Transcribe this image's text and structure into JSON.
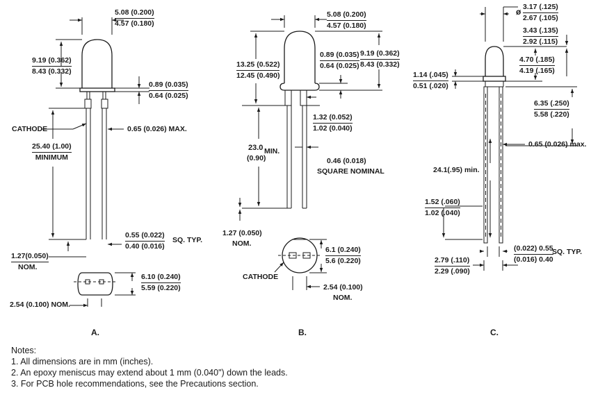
{
  "views": {
    "a": {
      "label": "A.",
      "dims": {
        "head_width": {
          "top": "5.08 (0.200)",
          "bottom": "4.57 (0.180)"
        },
        "head_height": {
          "top": "9.19 (0.362)",
          "bottom": "8.43 (0.332)"
        },
        "flange": {
          "top": "0.89 (0.035)",
          "bottom": "0.64 (0.025)"
        },
        "cathode": "CATHODE",
        "meniscus": "0.65 (0.026) MAX.",
        "lead_length": {
          "top": "25.40 (1.00)",
          "bottom": "MINIMUM"
        },
        "lead_sq": {
          "top": "0.55 (0.022)",
          "bottom": "0.40 (0.016)"
        },
        "sq_typ": "SQ. TYP.",
        "spacing_nom": {
          "top": "1.27(0.050)",
          "bottom": "NOM."
        },
        "base_dia": {
          "top": "6.10 (0.240)",
          "bottom": "5.59 (0.220)"
        },
        "pitch": "2.54 (0.100) NOM."
      }
    },
    "b": {
      "label": "B.",
      "dims": {
        "head_width": {
          "top": "5.08 (0.200)",
          "bottom": "4.57 (0.180)"
        },
        "total_height": {
          "top": "13.25 (0.522)",
          "bottom": "12.45 (0.490)"
        },
        "flange": {
          "top": "0.89 (0.035)",
          "bottom": "0.64 (0.025)"
        },
        "head_height": {
          "top": "9.19 (0.362)",
          "bottom": "8.43 (0.332)"
        },
        "standoff": {
          "top": "1.32 (0.052)",
          "bottom": "1.02 (0.040)"
        },
        "lead_min_value": "23.0",
        "lead_min_word": "MIN.",
        "lead_min_inch": "(0.90)",
        "lead_sq_value": "0.46 (0.018)",
        "lead_sq_text": "SQUARE NOMINAL",
        "spacing_nom": {
          "top": "1.27 (0.050)",
          "bottom": "NOM."
        },
        "base_dia": {
          "top": "6.1 (0.240)",
          "bottom": "5.6 (0.220)"
        },
        "cathode": "CATHODE",
        "pitch": {
          "top": "2.54 (0.100)",
          "bottom": "NOM."
        }
      }
    },
    "c": {
      "label": "C.",
      "dims": {
        "dia_symbol": "ø",
        "dia": {
          "top": "3.17 (.125)",
          "bottom": "2.67 (.105)"
        },
        "head_height": {
          "top": "3.43 (.135)",
          "bottom": "2.92 (.115)"
        },
        "body": {
          "top": "4.70 (.185)",
          "bottom": "4.19 (.165)"
        },
        "flange": {
          "top": "1.14 (.045)",
          "bottom": "0.51 (.020)"
        },
        "total": {
          "top": "6.35 (.250)",
          "bottom": "5.58 (.220)"
        },
        "meniscus": "0.65 (0.026) max.",
        "lead_min": "24.1(.95) min.",
        "standoff": {
          "top": "1.52 (.060)",
          "bottom": "1.02 (.040)"
        },
        "lead_sq": {
          "top": "(0.022) 0.55",
          "bottom": "(0.016) 0.40"
        },
        "sq_typ": "SQ.  TYP.",
        "pitch": {
          "top": "2.79 (.110)",
          "bottom": "2.29 (.090)"
        }
      }
    }
  },
  "notes": {
    "title": "Notes:",
    "items": [
      "1.  All dimensions are in mm (inches).",
      "2.  An epoxy meniscus may extend about 1 mm (0.040\") down the leads.",
      "3.  For PCB hole recommendations, see the Precautions section."
    ]
  }
}
